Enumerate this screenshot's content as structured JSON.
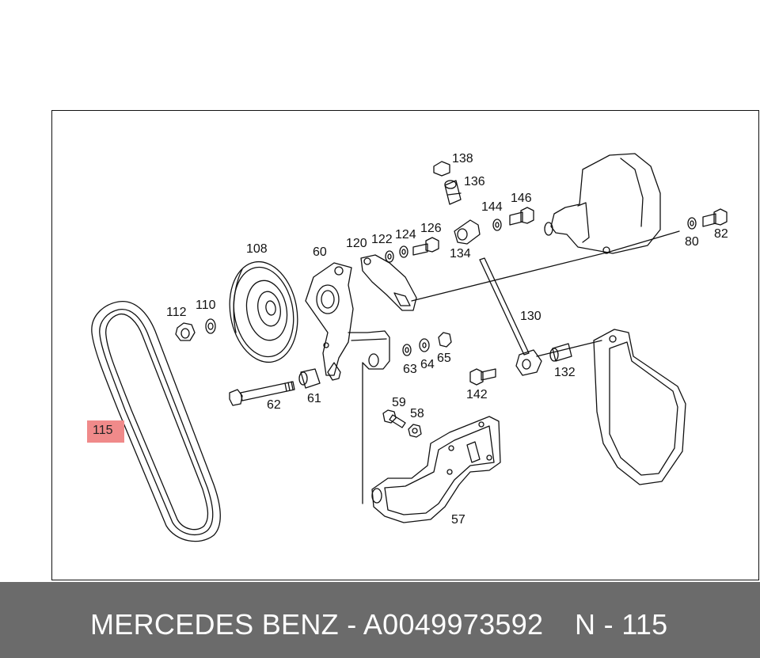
{
  "diagram": {
    "parts": [
      {
        "id": "belt",
        "label": "115",
        "highlighted": true
      },
      {
        "id": "pulley",
        "label": "108"
      },
      {
        "id": "bracket-main",
        "label": "60"
      },
      {
        "id": "washer-120",
        "label": "120"
      },
      {
        "id": "washer-122",
        "label": "122"
      },
      {
        "id": "washer-124",
        "label": "124"
      },
      {
        "id": "bolt-126",
        "label": "126"
      },
      {
        "id": "nut-138",
        "label": "138"
      },
      {
        "id": "fitting-136",
        "label": "136"
      },
      {
        "id": "clamp-134",
        "label": "134"
      },
      {
        "id": "washer-144",
        "label": "144"
      },
      {
        "id": "bolt-146",
        "label": "146"
      },
      {
        "id": "washer-80",
        "label": "80"
      },
      {
        "id": "bolt-82",
        "label": "82"
      },
      {
        "id": "nut-112",
        "label": "112"
      },
      {
        "id": "washer-110",
        "label": "110"
      },
      {
        "id": "rod-130",
        "label": "130"
      },
      {
        "id": "washer-63",
        "label": "63"
      },
      {
        "id": "washer-64",
        "label": "64"
      },
      {
        "id": "nut-65",
        "label": "65"
      },
      {
        "id": "spacer-132",
        "label": "132"
      },
      {
        "id": "bolt-142",
        "label": "142"
      },
      {
        "id": "bolt-62",
        "label": "62"
      },
      {
        "id": "sleeve-61",
        "label": "61"
      },
      {
        "id": "bolt-59",
        "label": "59"
      },
      {
        "id": "nut-58",
        "label": "58"
      },
      {
        "id": "bracket-57",
        "label": "57"
      }
    ]
  },
  "footer": {
    "brand_part": "MERCEDES BENZ - A0049973592",
    "ref": "N - 115"
  },
  "colors": {
    "highlight": "#f08a8a",
    "footer_bg": "#6b6b6b",
    "footer_text": "#ffffff",
    "line": "#111111"
  }
}
